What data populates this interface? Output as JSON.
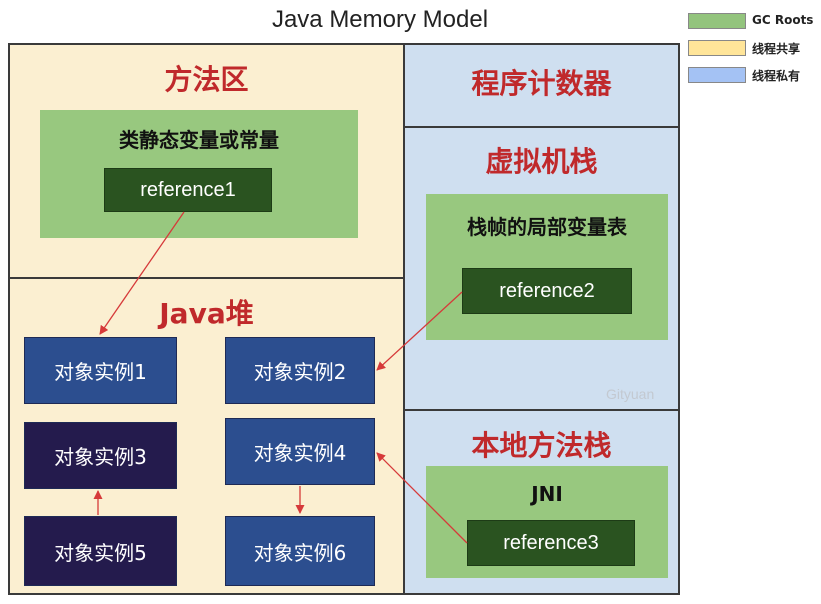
{
  "title": "Java Memory Model",
  "legend": [
    {
      "label": "GC Roots",
      "color": "#93c47d"
    },
    {
      "label": "线程共享",
      "color": "#ffe599"
    },
    {
      "label": "线程私有",
      "color": "#a4c2f4"
    }
  ],
  "method_area": {
    "title": "方法区",
    "gc_box_title": "类静态变量或常量",
    "reference": "reference1"
  },
  "heap": {
    "title": "Java堆",
    "objects": [
      "对象实例1",
      "对象实例2",
      "对象实例3",
      "对象实例4",
      "对象实例5",
      "对象实例6"
    ]
  },
  "program_counter": {
    "title": "程序计数器"
  },
  "vm_stack": {
    "title": "虚拟机栈",
    "gc_box_title": "栈帧的局部变量表",
    "reference": "reference2"
  },
  "native_stack": {
    "title": "本地方法栈",
    "gc_box_title": "JNI",
    "reference": "reference3"
  },
  "watermark": "Gityuan",
  "colors": {
    "arrow": "#d63a3a",
    "section_title": "#c0292b",
    "shared_bg": "#fbefd1",
    "private_bg": "#cfdff0",
    "gc_root_bg": "#98c87f",
    "reference_bg": "#2a5320",
    "object_blue": "#2c4e8f",
    "object_dark": "#241b4d"
  }
}
